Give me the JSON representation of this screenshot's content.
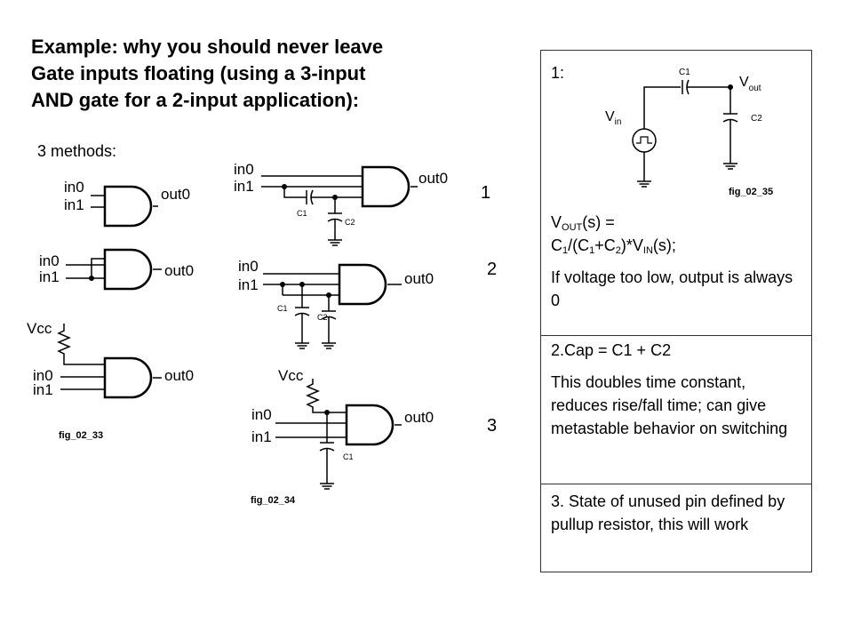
{
  "title": {
    "lines": [
      "Example: why you should never leave",
      "Gate inputs floating (using a 3-input",
      "AND gate for a 2-input application):"
    ]
  },
  "methods_label": "3 methods:",
  "method_numbers": [
    "1",
    "2",
    "3"
  ],
  "left_figure": {
    "caption": "fig_02_33",
    "in0": "in0",
    "in1": "in1",
    "out0": "out0",
    "vcc": "Vcc"
  },
  "middle_figure": {
    "caption": "fig_02_34",
    "in0": "in0",
    "in1": "in1",
    "out0": "out0",
    "vcc": "Vcc",
    "c1": "C1",
    "c2": "C2"
  },
  "panel": {
    "section1": {
      "number": "1:",
      "figure_caption": "fig_02_35",
      "c1": "C1",
      "c2": "C2",
      "vin": "V",
      "vin_sub": "in",
      "vout": "V",
      "vout_sub": "out",
      "eq_v": "V",
      "eq_v_sub": "OUT",
      "eq_a": "(s) =",
      "eq_c": "C",
      "eq_c1_sub": "1",
      "eq_b": "/(C",
      "eq_c1b_sub": "1",
      "eq_plus": "+C",
      "eq_c2_sub": "2",
      "eq_times": ")*V",
      "eq_in_sub": "IN",
      "eq_end": "(s);",
      "note": "If voltage too low, output is always 0"
    },
    "section2": {
      "heading": "2.Cap = C1 + C2",
      "text": "This doubles time constant, reduces rise/fall time; can give metastable behavior on switching"
    },
    "section3": {
      "text": "3. State of unused pin defined by pullup resistor, this will work"
    }
  }
}
